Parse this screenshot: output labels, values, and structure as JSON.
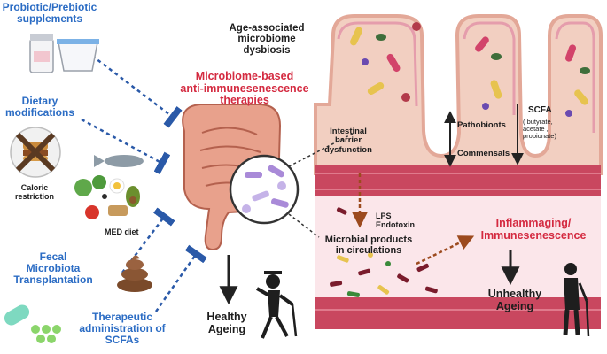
{
  "interventions": [
    {
      "id": "probiotic",
      "label": "Probiotic/Prebiotic\nsupplements"
    },
    {
      "id": "dietary",
      "label": "Dietary\nmodifications"
    },
    {
      "id": "fecal",
      "label": "Fecal\nMicrobiota\nTransplantation"
    },
    {
      "id": "scfa_admin",
      "label": "Therapeutic\nadministration of\nSCFAs"
    }
  ],
  "diet_labels": {
    "caloric": "Caloric\nrestriction",
    "med": "MED diet"
  },
  "center_title": "Microbiome-based\nanti-immunesenescence\ntherapies",
  "dysbiosis": "Age-associated\nmicrobiome\ndysbiosis",
  "gut": {
    "barrier": "Intestinal\nbarrier\ndysfunction",
    "pathobionts": "Pathobionts",
    "commensals": "Commensals",
    "scfa": "SCFA",
    "scfa_list": "( butyrate,\nacetate ,\npropionate)"
  },
  "blood": {
    "lps": "LPS\nEndotoxin",
    "microbial_products": "Microbial products\nin circulations",
    "inflammaging": "Inflammaging/\nImmunesenescence",
    "unhealthy": "Unhealthy\nAgeing"
  },
  "healthy": "Healthy\nAgeing",
  "colors": {
    "blue_label": "#2b6cc4",
    "red_label": "#d42a40",
    "tissue": "#f2cfc1",
    "blood": "#c9475f",
    "dashed_arrow": "#2a59a8",
    "brown_arrow": "#9c4a1e"
  }
}
